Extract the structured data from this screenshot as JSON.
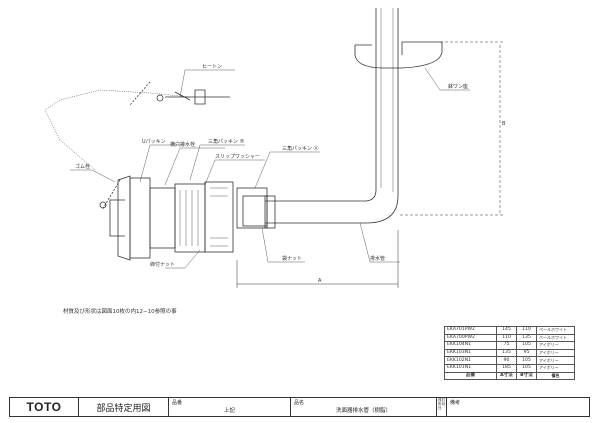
{
  "drawing": {
    "labels": {
      "hoton": "ヒートン",
      "u_packing": "Uパッキン",
      "overflow_plug": "横穴排水栓",
      "triangle_packing_b": "三角パッキン ®",
      "slip_washer": "スリップワッシャー",
      "triangle_packing_a": "三角パッキン Ⓐ",
      "rubber_plug": "ゴム栓",
      "bowl": "鉢ワン座",
      "lock_nut": "締付ナット",
      "drain_nut": "袋ナット",
      "drain_pipe": "排水管",
      "dim_a": "A",
      "dim_b": "B"
    }
  },
  "note": "材質及び形状は図面10枚の内12−10参照の事",
  "parts_table": {
    "rows": [
      {
        "code": "EKA701PW2",
        "a": "145",
        "b": "110",
        "color": "ペールホワイト"
      },
      {
        "code": "EKA700PW2",
        "a": "110",
        "b": "135",
        "color": "ペールホワイト"
      },
      {
        "code": "EKK104N1",
        "a": "75",
        "b": "105",
        "color": "アイボリー"
      },
      {
        "code": "EKK103N1",
        "a": "135",
        "b": "95",
        "color": "アイボリー"
      },
      {
        "code": "EKK102N1",
        "a": "90",
        "b": "105",
        "color": "アイボリー"
      },
      {
        "code": "EKK101N1",
        "a": "185",
        "b": "105",
        "color": "アイボリー"
      }
    ],
    "header": {
      "code": "品番",
      "a": "A寸法",
      "b": "B寸法",
      "color": "備色"
    }
  },
  "title_block": {
    "logo": "TOTO",
    "title": "部品特定用図",
    "part_no_caption": "品番",
    "part_no_value": "上記",
    "name_caption": "品名",
    "name_value": "洗面器排水管（樹脂）",
    "vertical_note": "改訂年月日",
    "remarks_caption": "備考"
  }
}
